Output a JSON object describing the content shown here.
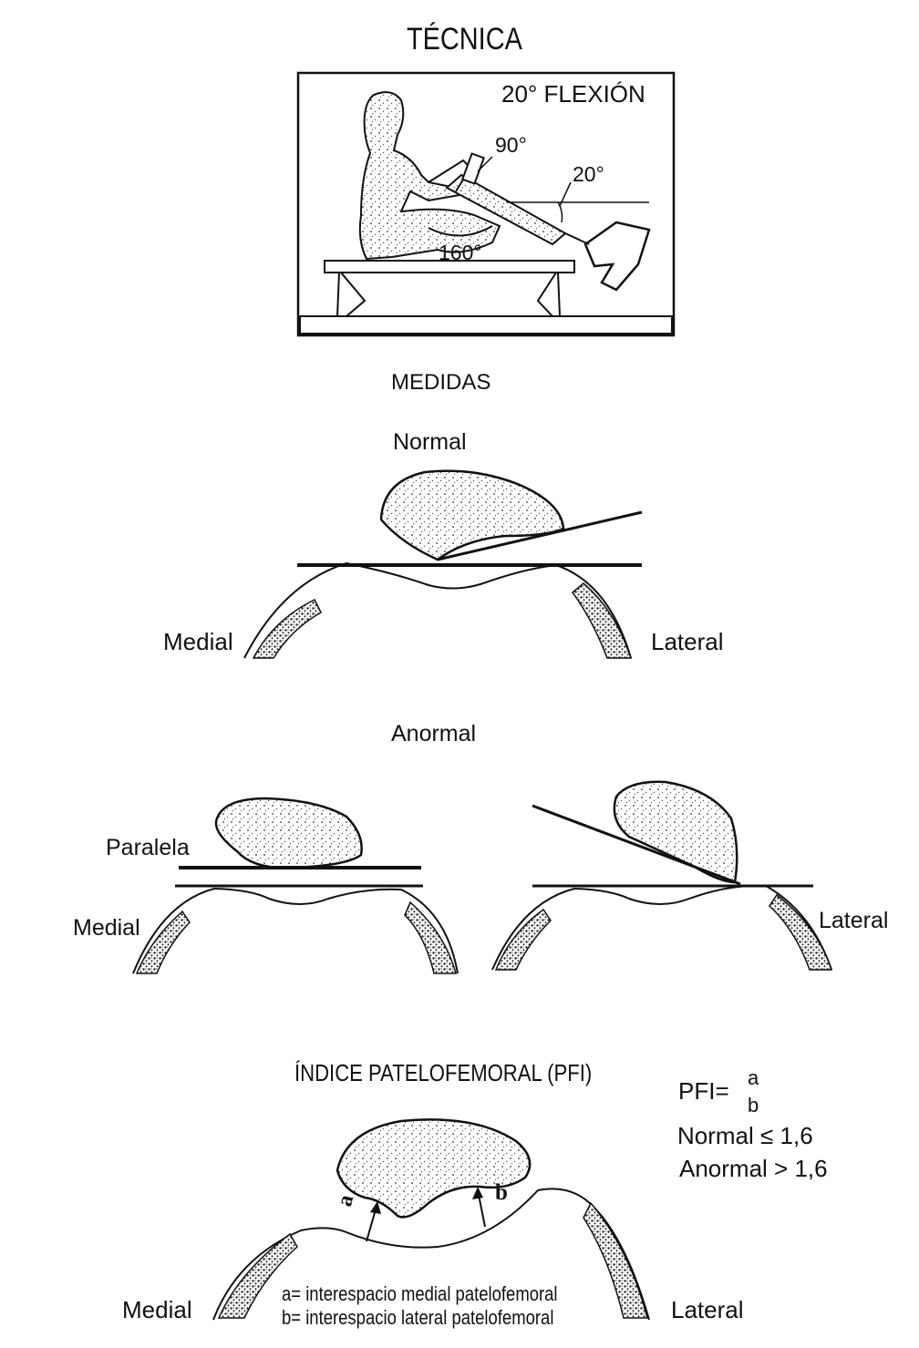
{
  "titles": {
    "tecnica": "TÉCNICA",
    "medidas": "MEDIDAS",
    "normal": "Normal",
    "anormal": "Anormal",
    "indice": "ÍNDICE PATELOFEMORAL (PFI)"
  },
  "technique": {
    "flexion": "20° FLEXIÓN",
    "angle_90": "90°",
    "angle_20": "20°",
    "angle_160": "160°"
  },
  "labels": {
    "medial": "Medial",
    "lateral": "Lateral",
    "paralela": "Paralela",
    "a": "a",
    "b": "b"
  },
  "formula": {
    "pfi": "PFI=",
    "num": "a",
    "den": "b",
    "normal": "Normal ≤ 1,6",
    "anormal": "Anormal > 1,6"
  },
  "legend": {
    "a_def": "a= interespacio medial patelofemoral",
    "b_def": "b= interespacio lateral patelofemoral"
  },
  "colors": {
    "ink": "#111111",
    "background": "#ffffff"
  }
}
